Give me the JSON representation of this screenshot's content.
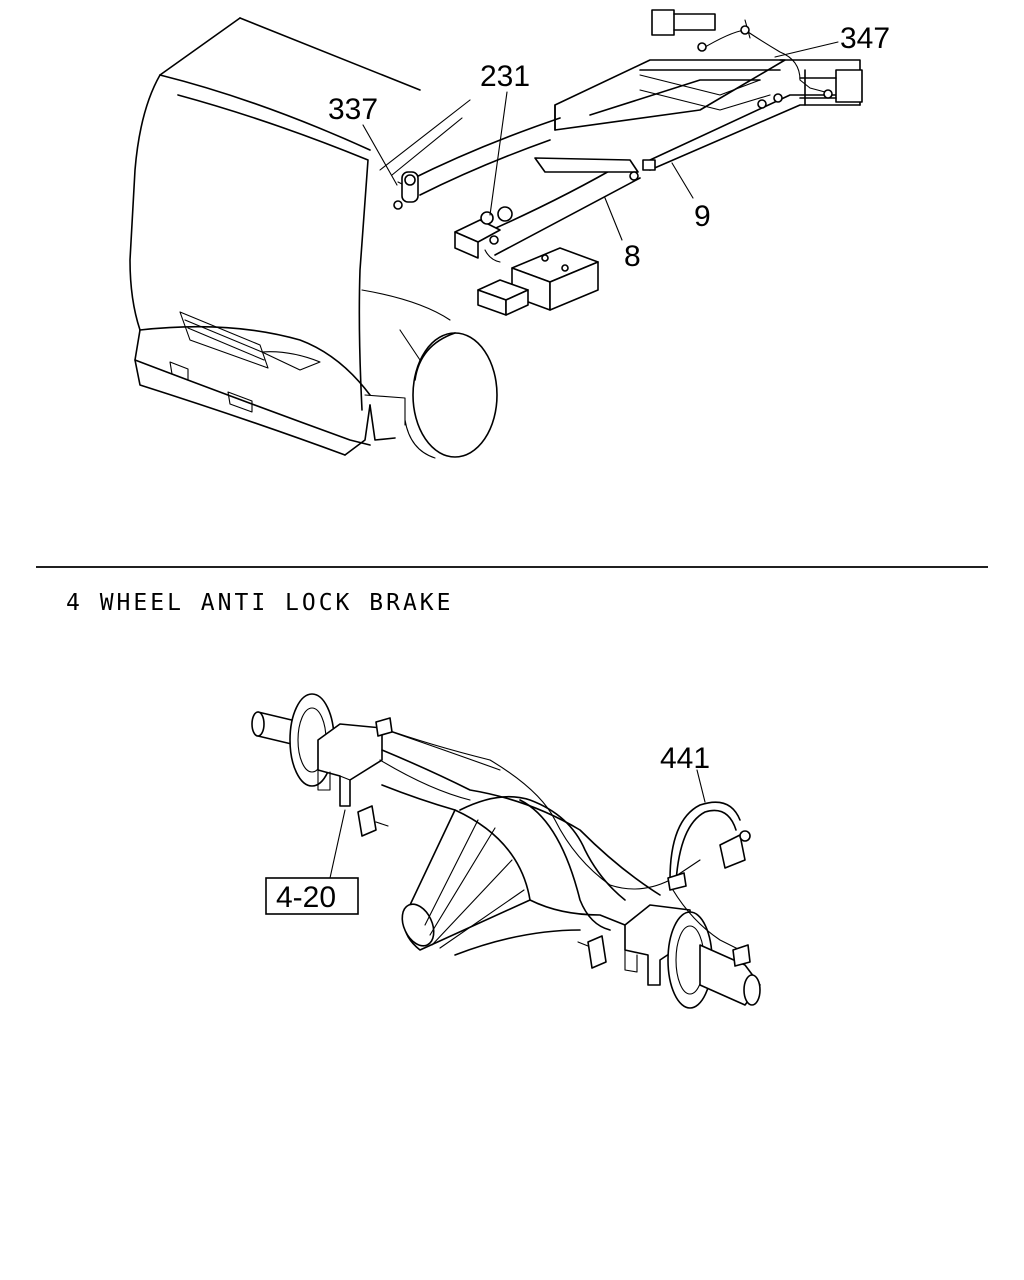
{
  "diagram": {
    "upper_view": {
      "callouts": [
        {
          "id": "c337",
          "text": "337"
        },
        {
          "id": "c231",
          "text": "231"
        },
        {
          "id": "c347",
          "text": "347"
        },
        {
          "id": "c9",
          "text": "9"
        },
        {
          "id": "c8",
          "text": "8"
        }
      ]
    },
    "section_caption": "4 WHEEL ANTI LOCK BRAKE",
    "lower_view": {
      "callouts": [
        {
          "id": "c441",
          "text": "441"
        }
      ],
      "reference_box": "4-20"
    }
  }
}
